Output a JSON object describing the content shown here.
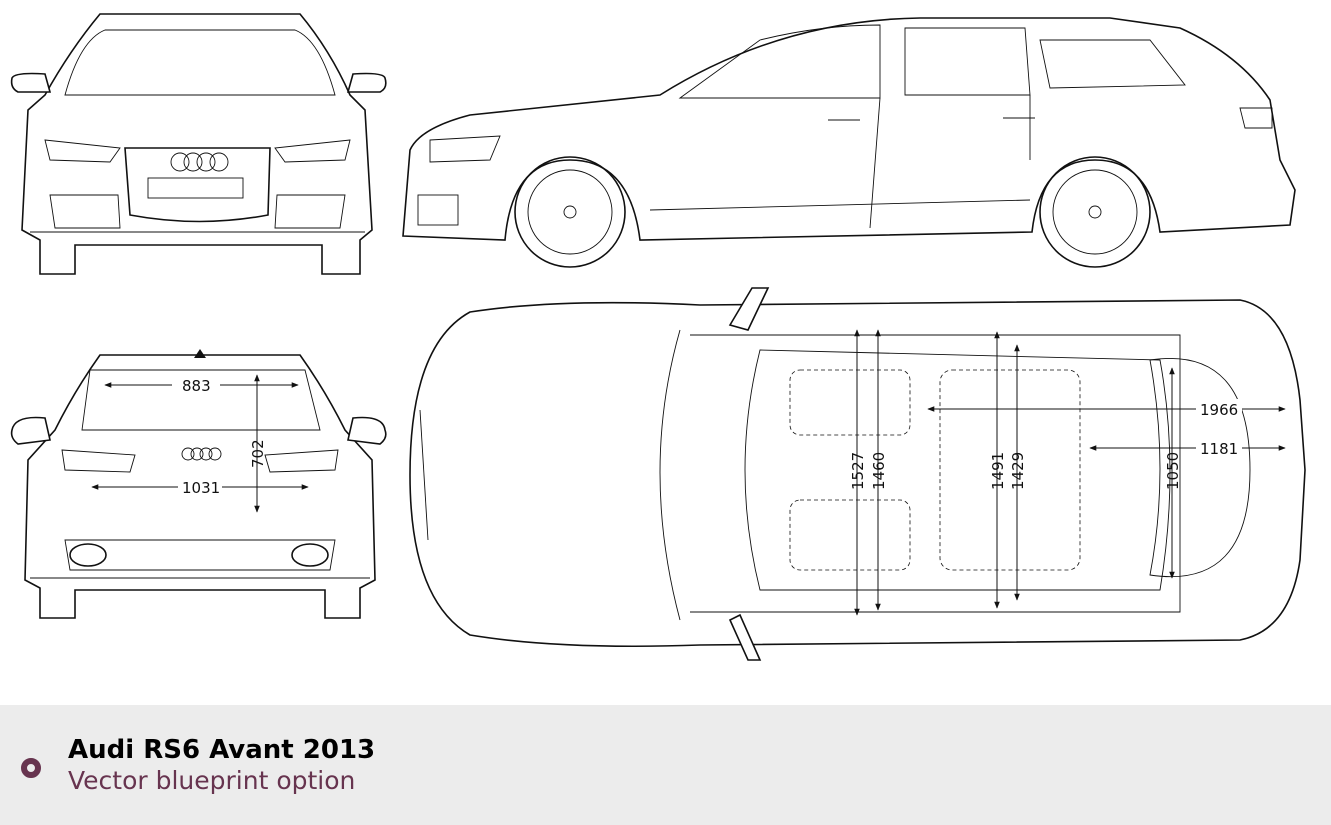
{
  "footer": {
    "title": "Audi RS6 Avant 2013",
    "subtitle": "Vector blueprint option",
    "accent_color": "#67344f"
  },
  "dimensions": {
    "rear_window_width": "883",
    "rear_height": "702",
    "rear_width": "1031",
    "cargo_length_rear": "1966",
    "cargo_length_front": "1181",
    "cargo_width": "1050",
    "front_shoulder_outer": "1527",
    "front_shoulder_inner": "1460",
    "rear_shoulder_outer": "1491",
    "rear_shoulder_inner": "1429"
  }
}
